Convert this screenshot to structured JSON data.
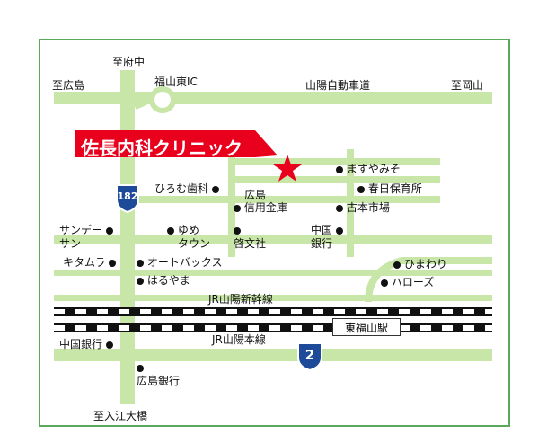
{
  "colors": {
    "road": "#c8e6a8",
    "frame": "#5aa85a",
    "clinic": "#e8001c",
    "route": "#1e4a9a"
  },
  "directions": {
    "north": "至府中",
    "west": "至広島",
    "east": "至岡山",
    "south": "至入江大橋"
  },
  "roads": {
    "interchange": "福山東IC",
    "expressway": "山陽自動車道",
    "shinkansen": "JR山陽新幹線",
    "main_line": "JR山陽本線"
  },
  "routes": {
    "national_182": "182",
    "national_2": "2"
  },
  "clinic": {
    "name": "佐長内科クリニック",
    "marker_icon": "star-icon"
  },
  "station": "東福山駅",
  "landmarks": {
    "masuyamiso": "ますやみそ",
    "kasuga": "春日保育所",
    "hiromu": "ひろむ歯科",
    "hiroshima_shinkin_1": "広島",
    "hiroshima_shinkin_2": "信用金庫",
    "furumoto": "古本市場",
    "sunday_1": "サンデー",
    "sunday_2": "サン",
    "yume_1": "ゆめ",
    "yume_2": "タウン",
    "keibun": "啓文社",
    "chugoku_1": "中国",
    "chugoku_2": "銀行",
    "kitamura": "キタムラ",
    "autobacs": "オートバックス",
    "haruyama": "はるやま",
    "himawari": "ひまわり",
    "hallows": "ハローズ",
    "chugoku_bank": "中国銀行",
    "hiroshima_bank": "広島銀行"
  }
}
